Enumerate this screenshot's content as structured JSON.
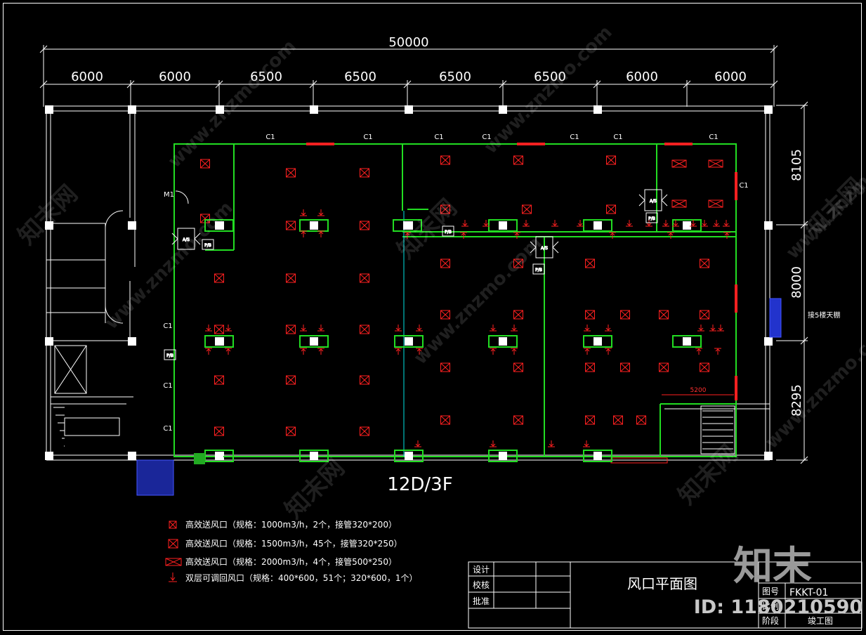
{
  "dimensions": {
    "total": "50000",
    "spans": [
      "6000",
      "6000",
      "6500",
      "6500",
      "6500",
      "6500",
      "6000",
      "6000"
    ],
    "right": [
      "8105",
      "8000",
      "8295"
    ],
    "inner": "5200"
  },
  "labels": {
    "c1": "C1",
    "m1": "M1",
    "pb": "P/B",
    "as": "A/S",
    "note_right": "接5楼天棚",
    "floor": "12D/3F"
  },
  "legend": [
    {
      "text": "高效送风口（规格：1000m3/h，2个，接管320*200）",
      "icon": "small-x-box-icon"
    },
    {
      "text": "高效送风口（规格：1500m3/h，45个，接管320*250）",
      "icon": "x-box-icon"
    },
    {
      "text": "高效送风口（规格：2000m3/h，4个，接管500*250）",
      "icon": "wide-x-box-icon"
    },
    {
      "text": "双层可调回风口（规格：400*600，51个；320*600，1个）",
      "icon": "return-arrow-icon"
    }
  ],
  "title_block": {
    "design": "设计",
    "check": "校核",
    "approve": "批准",
    "drawing_title": "风口平面图",
    "drawing_no_label": "图号",
    "drawing_no": "FKKT-01",
    "stage_label": "阶段",
    "stage": "竣工图",
    "ratio_label": "比例"
  },
  "watermark": {
    "site": "www.znzmo.com",
    "brand": "知末网",
    "logo": "知末",
    "id": "ID: 1180210590"
  },
  "colors": {
    "wall": "#22dd22",
    "diffuser": "#ff2020",
    "cyan": "#00e5e5",
    "outline": "#ffffff",
    "blue": "#2233cc"
  }
}
